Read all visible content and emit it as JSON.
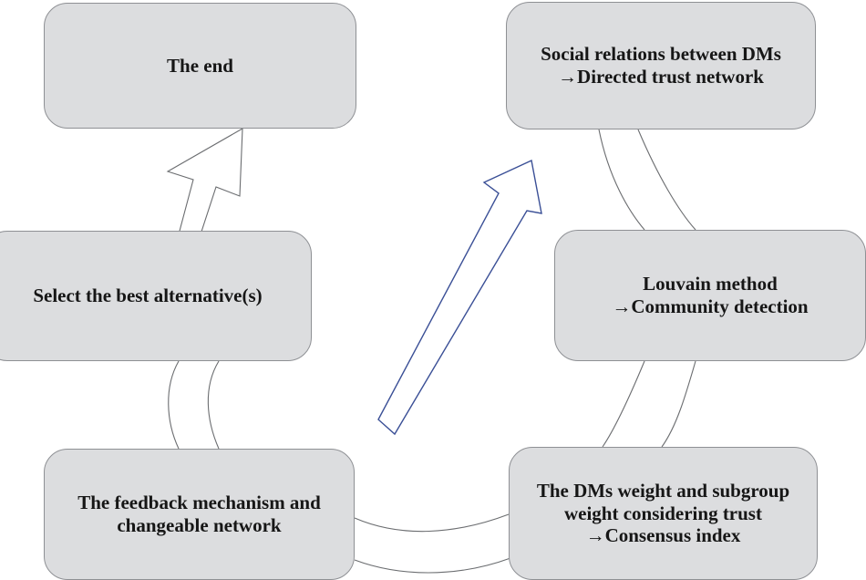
{
  "diagram": {
    "title": "Group decision making framework cycle",
    "type": "cyclic-flow-diagram",
    "node_fill": "#dcdddf",
    "node_border": "#8e9094",
    "connector_color": "#6b6d70",
    "highlight_arrow_color": "#3a4f96",
    "background": "#ffffff",
    "nodes": [
      {
        "id": "social",
        "label": "Social relations between DMs\n→Directed trust network",
        "position": "top-right"
      },
      {
        "id": "louvain",
        "label": "Louvain method\n→Community detection",
        "position": "middle-right"
      },
      {
        "id": "dmweight",
        "label": "The DMs weight and subgroup\nweight considering trust\n→Consensus index",
        "position": "bottom-right"
      },
      {
        "id": "feedback",
        "label": "The feedback mechanism and\nchangeable network",
        "position": "bottom-left"
      },
      {
        "id": "select",
        "label": "Select the best alternative(s)",
        "position": "middle-left"
      },
      {
        "id": "end",
        "label": "The end",
        "position": "top-left"
      }
    ],
    "connectors": [
      {
        "from": "social",
        "to": "louvain",
        "style": "curved-open-band"
      },
      {
        "from": "louvain",
        "to": "dmweight",
        "style": "curved-open-band"
      },
      {
        "from": "dmweight",
        "to": "feedback",
        "style": "curved-open-band"
      },
      {
        "from": "feedback",
        "to": "select",
        "style": "curved-open-band"
      },
      {
        "from": "select",
        "to": "end",
        "style": "block-arrow-outline",
        "color": "#6b6d70"
      },
      {
        "from": "dmweight",
        "to": "social",
        "style": "block-arrow-outline",
        "color": "#3a4f96",
        "note": "diagonal feedback loop arrow"
      }
    ]
  }
}
